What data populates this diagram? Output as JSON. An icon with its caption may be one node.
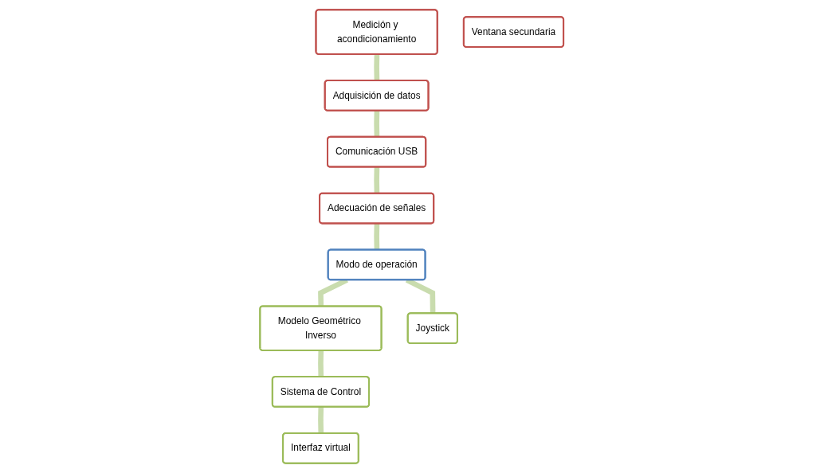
{
  "diagram": {
    "nodes": [
      {
        "text": [
          "Medición y acondicionamiento"
        ]
      },
      {
        "text": [
          "Modelo Geométrico Inverso"
        ]
      },
      {
        "text": [
          "Sistema de Control"
        ]
      },
      {
        "text": [
          "Adquisición de datos"
        ]
      },
      {
        "text": [
          "Modo de operación"
        ]
      },
      {
        "text": [
          "Interfaz virtual"
        ]
      },
      {
        "text": [
          "Ventana secundaria"
        ]
      },
      {
        "text": [
          "Comunicación USB"
        ]
      },
      {
        "text": [
          "Adecuación de señales"
        ]
      },
      {
        "text": [
          "Joystick"
        ]
      }
    ],
    "edges": [
      {
        "from": 0,
        "to": 3,
        "arrow": "none"
      },
      {
        "from": 3,
        "to": 7,
        "arrow": "none"
      },
      {
        "from": 7,
        "to": 8,
        "arrow": "none"
      },
      {
        "from": 8,
        "to": 4,
        "arrow": "none"
      },
      {
        "from": 4,
        "to": 9,
        "arrow": "none"
      },
      {
        "from": 4,
        "to": 1,
        "arrow": "none"
      },
      {
        "from": 1,
        "to": 2,
        "arrow": "none"
      },
      {
        "from": 2,
        "to": 5,
        "arrow": "none"
      }
    ]
  }
}
